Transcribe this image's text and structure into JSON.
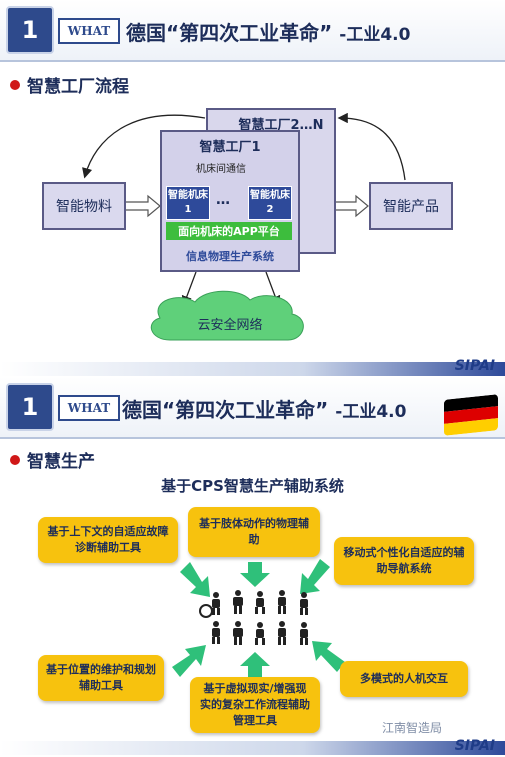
{
  "slide1": {
    "header": {
      "number": "1",
      "what": "WHAT",
      "title": "德国“第四次工业革命”",
      "subtitle": "-工业4.0"
    },
    "section": "智慧工厂流程",
    "diagram": {
      "factory_back": "智慧工厂2…N",
      "factory_front": "智慧工厂1",
      "comm_label": "机床间通信",
      "machine1": "智能机床1",
      "machine2": "智能机床2",
      "ellipsis": "…",
      "app_platform": "面向机床的APP平台",
      "cps_label": "信息物理生产系统",
      "left_box": "智能物料",
      "right_box": "智能产品",
      "cloud": "云安全网络"
    },
    "logo": "SIPAI"
  },
  "slide2": {
    "header": {
      "number": "1",
      "what": "WHAT",
      "title": "德国“第四次工业革命”",
      "subtitle": "-工业4.0"
    },
    "section": "智慧生产",
    "cps_title": "基于CPS智慧生产辅助系统",
    "boxes": {
      "top_left": "基于上下文的自适应故障诊断辅助工具",
      "top_center": "基于肢体动作的物理辅助",
      "top_right": "移动式个性化自适应的辅助导航系统",
      "bottom_left": "基于位置的维护和规划辅助工具",
      "bottom_center": "基于虚拟现实/增强现实的复杂工作流程辅助管理工具",
      "bottom_right": "多模式的人机交互"
    },
    "watermark": "江南智造局",
    "logo": "SIPAI",
    "flag_colors": [
      "#000000",
      "#dd0000",
      "#ffce00"
    ]
  }
}
